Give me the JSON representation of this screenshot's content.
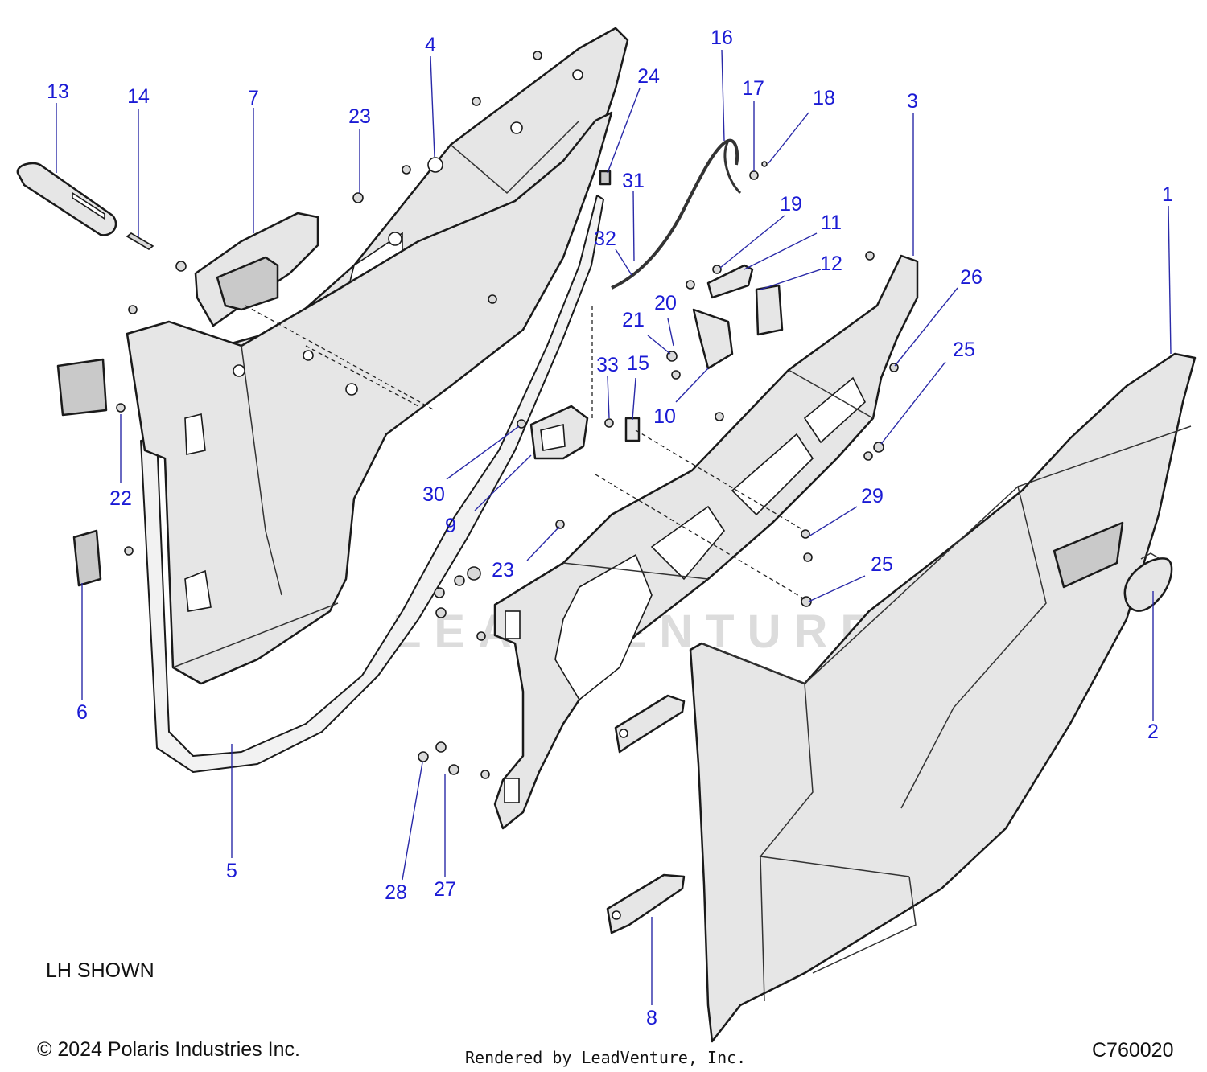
{
  "watermark": "LEADVENTURE",
  "view_note": "LH SHOWN",
  "copyright": "© 2024 Polaris Industries Inc.",
  "rendered_by": "Rendered by LeadVenture, Inc.",
  "diagram_code": "C760020",
  "callouts": {
    "c1": "1",
    "c2": "2",
    "c3": "3",
    "c4": "4",
    "c5": "5",
    "c6": "6",
    "c7": "7",
    "c8": "8",
    "c9": "9",
    "c10": "10",
    "c11": "11",
    "c12": "12",
    "c13": "13",
    "c14": "14",
    "c15": "15",
    "c16": "16",
    "c17": "17",
    "c18": "18",
    "c19": "19",
    "c20": "20",
    "c21": "21",
    "c22": "22",
    "c23a": "23",
    "c23b": "23",
    "c24": "24",
    "c25a": "25",
    "c25b": "25",
    "c26": "26",
    "c27": "27",
    "c28": "28",
    "c29": "29",
    "c30": "30",
    "c31": "31",
    "c32": "32",
    "c33": "33"
  }
}
